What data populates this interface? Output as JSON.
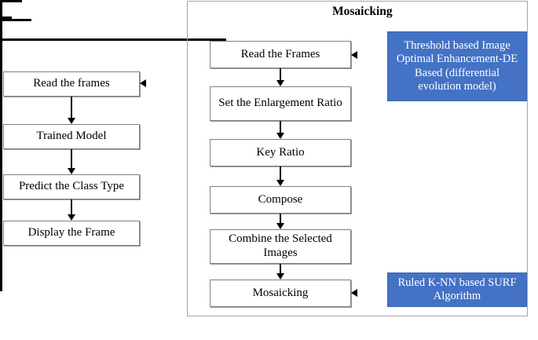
{
  "group": {
    "title": "Mosaicking"
  },
  "left_column": {
    "name": "classification-pipeline",
    "steps": [
      {
        "id": "read-the-frames",
        "label": "Read the frames"
      },
      {
        "id": "trained-model",
        "label": "Trained Model"
      },
      {
        "id": "predict-the-class-type",
        "label": "Predict the Class Type"
      },
      {
        "id": "display-the-frame",
        "label": "Display the Frame"
      }
    ]
  },
  "mosaicking_column": {
    "name": "mosaicking-pipeline",
    "steps": [
      {
        "id": "read-the-frames",
        "label": "Read the Frames"
      },
      {
        "id": "set-the-enlargement-ratio",
        "label": "Set the Enlargement Ratio"
      },
      {
        "id": "key-ratio",
        "label": "Key Ratio"
      },
      {
        "id": "compose",
        "label": "Compose"
      },
      {
        "id": "combine-the-selected-images",
        "label": "Combine the Selected Images"
      },
      {
        "id": "mosaicking",
        "label": "Mosaicking"
      }
    ]
  },
  "annotations": [
    {
      "id": "threshold-based-image-optimal-enhancement",
      "label": "Threshold based Image Optimal Enhancement-DE Based (differential evolution model)",
      "color": "#4472C4"
    },
    {
      "id": "ruled-knn-based-surf-algorithm",
      "label": "Ruled K-NN based SURF Algorithm",
      "color": "#4472C4"
    }
  ],
  "colors": {
    "accent_blue": "#4472C4",
    "box_border": "#808080",
    "group_border": "#a6a6a6",
    "connector": "#000000",
    "background": "#ffffff"
  }
}
